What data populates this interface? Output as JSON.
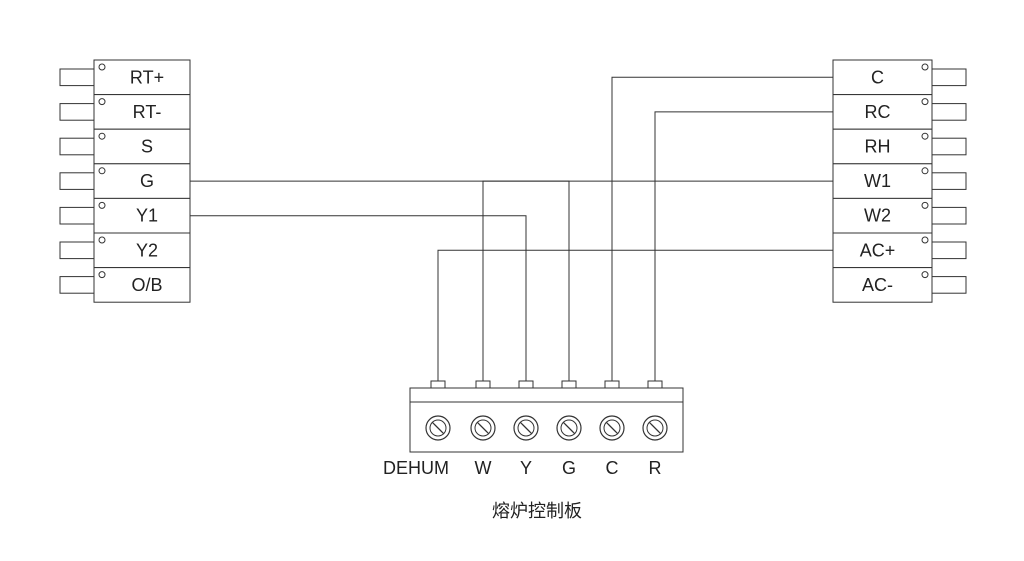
{
  "left_terminals": [
    "RT+",
    "RT-",
    "S",
    "G",
    "Y1",
    "Y2",
    "O/B"
  ],
  "right_terminals": [
    "C",
    "RC",
    "RH",
    "W1",
    "W2",
    "AC+",
    "AC-"
  ],
  "board_terminals": [
    "DEHUM",
    "W",
    "Y",
    "G",
    "C",
    "R"
  ],
  "board_title": "熔炉控制板",
  "connections": [
    {
      "from_side": "left",
      "from": "G",
      "to": "G"
    },
    {
      "from_side": "left",
      "from": "Y1",
      "to": "Y"
    },
    {
      "from_side": "right",
      "from": "C",
      "to": "C"
    },
    {
      "from_side": "right",
      "from": "RC",
      "to": "R"
    },
    {
      "from_side": "right",
      "from": "W1",
      "to": "W"
    },
    {
      "from_side": "right",
      "from": "AC+",
      "to": "DEHUM"
    }
  ],
  "colors": {
    "line": "#333333",
    "fill": "#ffffff",
    "text": "#222222"
  }
}
